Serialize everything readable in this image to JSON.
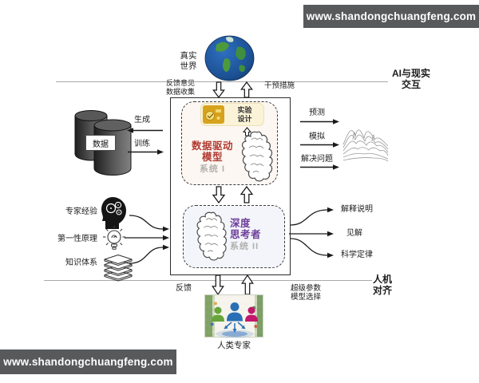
{
  "banner": {
    "url_text": "www.shandongchuangfeng.com"
  },
  "colors": {
    "banner_bg": "#58595b",
    "system1_accent": "#b13a30",
    "system2_accent": "#6d3d99",
    "muted_text": "#b3b0ae",
    "line_color": "#a9a9a9"
  },
  "top": {
    "real_world_line1": "真实",
    "real_world_line2": "世界",
    "feedback_line1": "反馈意见",
    "feedback_line2": "数据收集",
    "intervention_label": "干预措施",
    "ai_reality_line1": "AI与现实",
    "ai_reality_line2": "交互"
  },
  "core": {
    "experiment_line1": "实验",
    "experiment_line2": "设计",
    "system1_title_line1": "数据驱动",
    "system1_title_line2": "模型",
    "system1_subtitle": "系统 I",
    "system2_title_line1": "深度",
    "system2_title_line2": "思考者",
    "system2_subtitle": "系统 II"
  },
  "left": {
    "data_label": "数据",
    "generate_label": "生成",
    "train_label": "训练",
    "expert_label": "专家经验",
    "first_principles_label": "第一性原理",
    "knowledge_label": "知识体系"
  },
  "right": {
    "predict_label": "预测",
    "simulate_label": "模拟",
    "solve_label": "解决问题",
    "explain_label": "解释说明",
    "insight_label": "见解",
    "law_label": "科学定律"
  },
  "bottom": {
    "feedback_label": "反馈",
    "hyper_line1": "超级参数",
    "hyper_line2": "模型选择",
    "human_expert_label": "人类专家",
    "alignment_line1": "人机",
    "alignment_line2": "对齐"
  }
}
